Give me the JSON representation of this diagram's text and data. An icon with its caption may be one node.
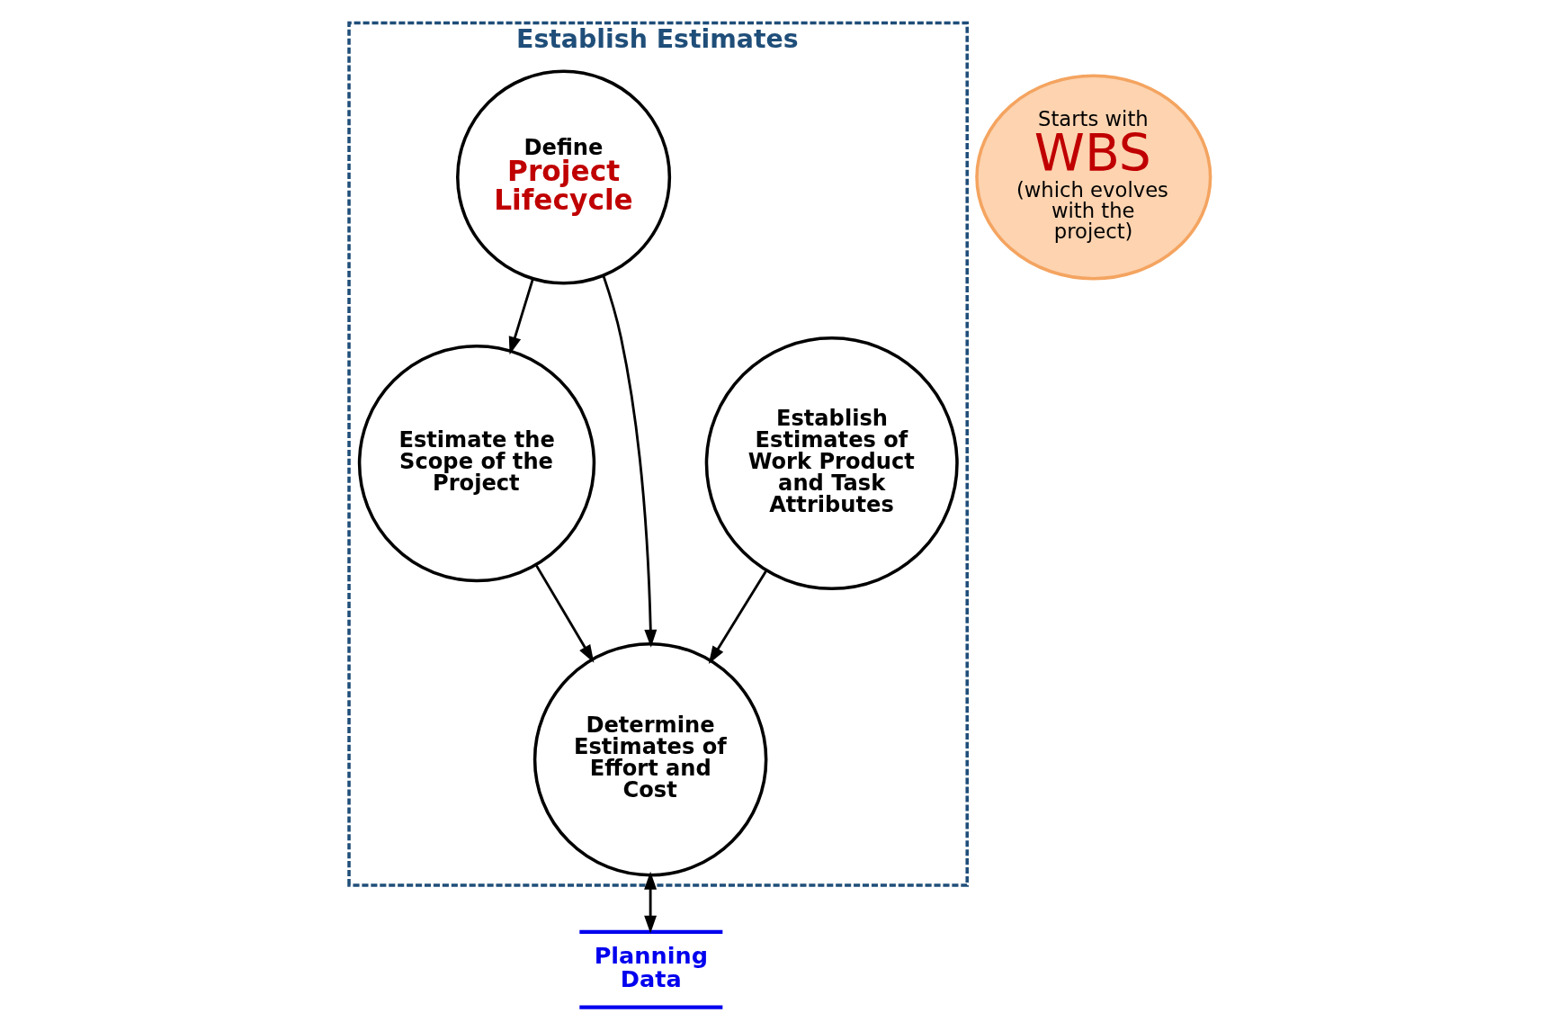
{
  "diagram": {
    "nodes": [
      {
        "text": [
          "Establish Estimates"
        ]
      },
      {
        "text": [
          "Starts with",
          "WBS",
          "(which evolves with the project)"
        ]
      },
      {
        "text": [
          "Estimate the Scope of the Project"
        ],
        "in": 0
      },
      {
        "text": [
          "Establish Estimates of Work Product and Task Attributes"
        ],
        "in": 0
      },
      {
        "text": [
          "Determine Estimates of Effort and Cost"
        ],
        "in": 0
      },
      {
        "text": [
          "Define",
          "Project Lifecycle"
        ],
        "in": 0
      },
      {
        "text": [
          "Planning Data"
        ]
      }
    ],
    "edges": [
      {
        "from": 2,
        "to": 4,
        "arrow": "to"
      },
      {
        "from": 3,
        "to": 4,
        "arrow": "to"
      },
      {
        "from": 5,
        "to": 2,
        "arrow": "to"
      },
      {
        "from": 5,
        "to": 4,
        "arrow": "to"
      },
      {
        "from": 4,
        "to": 6,
        "arrow": "both"
      }
    ]
  }
}
